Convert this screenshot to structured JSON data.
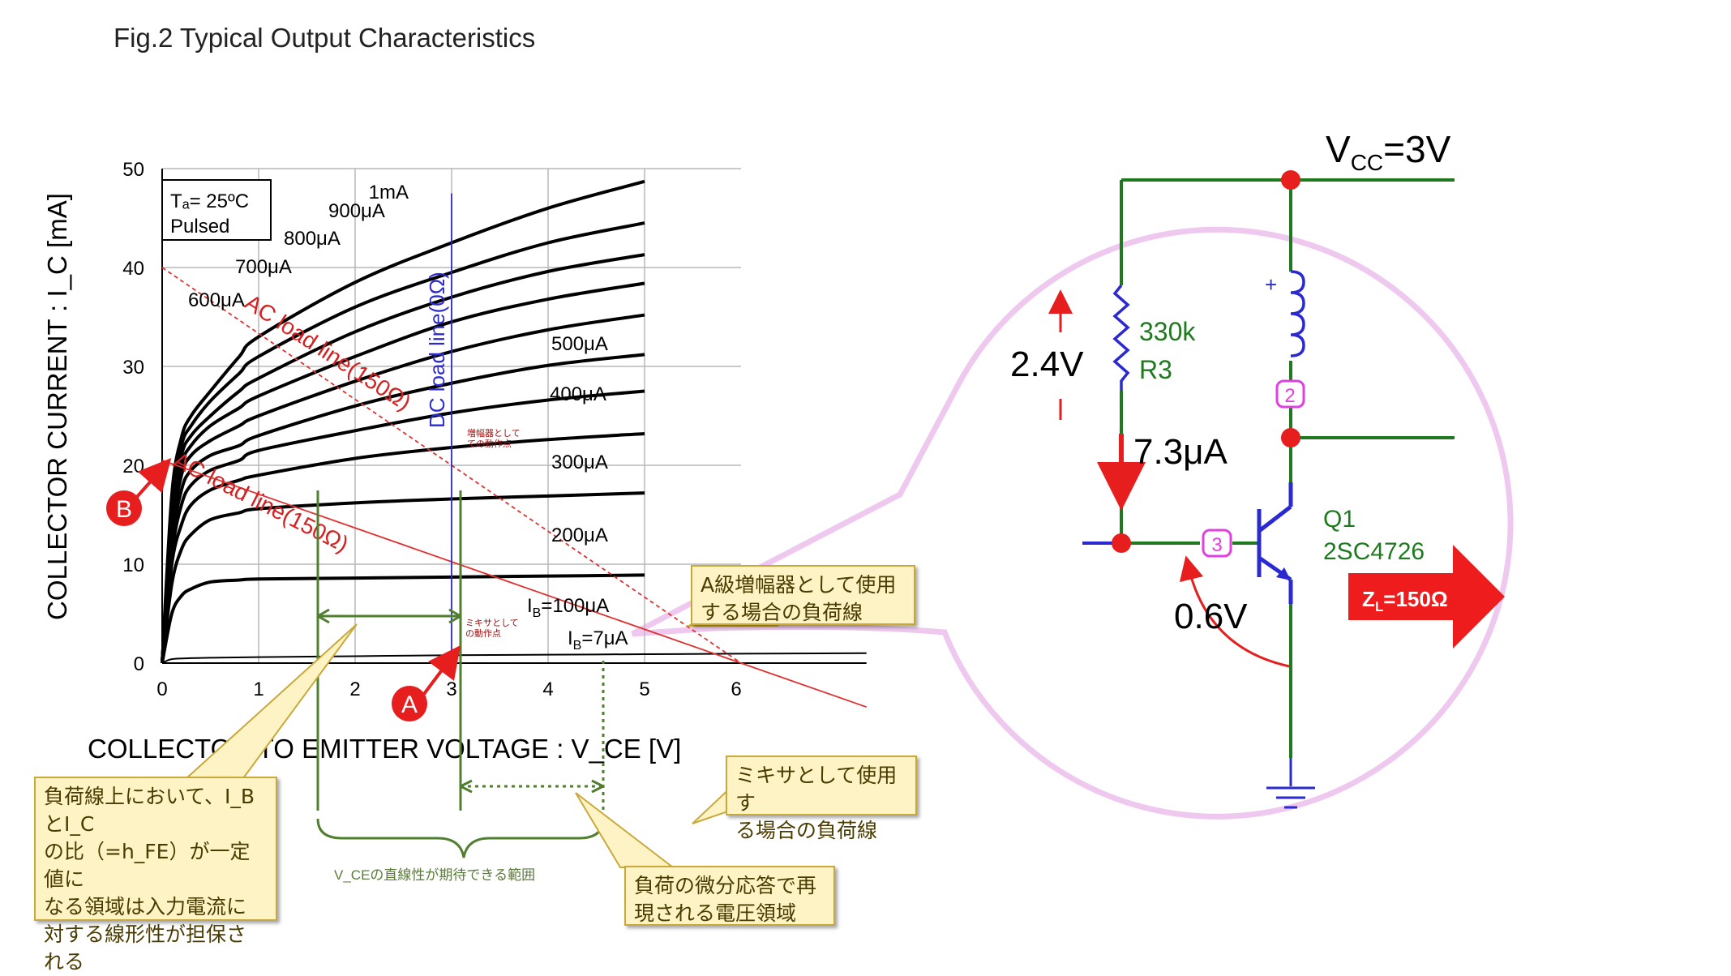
{
  "title": "Fig.2 Typical Output Characteristics",
  "legend_box": {
    "line1": "Tₐ= 25ºC",
    "line2": "Pulsed"
  },
  "axis": {
    "ylabel": "COLLECTOR CURRENT : I_C [mA]",
    "xlabel": "COLLECTOR TO EMITTER VOLTAGE : V_CE [V]",
    "yticks": [
      "0",
      "10",
      "20",
      "30",
      "40",
      "50"
    ],
    "xticks": [
      "0",
      "1",
      "2",
      "3",
      "4",
      "5",
      "6"
    ]
  },
  "chart_data": {
    "type": "line",
    "title": "Fig.2 Typical Output Characteristics",
    "xlabel": "COLLECTOR TO EMITTER VOLTAGE : V_CE [V]",
    "ylabel": "COLLECTOR CURRENT : I_C [mA]",
    "xlim": [
      0,
      7.3
    ],
    "ylim": [
      0,
      50
    ],
    "grid": true,
    "series": [
      {
        "name": "IB=7μA",
        "label": "I_B=7μA",
        "x": [
          0,
          0.1,
          0.3,
          0.6,
          1,
          2,
          3,
          4,
          5,
          6,
          7.3
        ],
        "values": [
          0,
          0.4,
          0.5,
          0.55,
          0.6,
          0.7,
          0.8,
          0.85,
          0.9,
          0.95,
          1.0
        ]
      },
      {
        "name": "IB=100μA",
        "label": "I_B=100μA",
        "x": [
          0,
          0.1,
          0.2,
          0.3,
          0.5,
          0.8,
          1,
          2,
          3,
          4,
          5
        ],
        "values": [
          0,
          5,
          6.8,
          7.5,
          8.2,
          8.4,
          8.5,
          8.6,
          8.7,
          8.8,
          8.9
        ]
      },
      {
        "name": "200μA",
        "label": "200μA",
        "x": [
          0,
          0.1,
          0.2,
          0.3,
          0.5,
          0.8,
          1,
          2,
          3,
          4,
          5
        ],
        "values": [
          0,
          8,
          11.5,
          13,
          14.5,
          15.2,
          15.6,
          16.2,
          16.6,
          16.9,
          17.2
        ]
      },
      {
        "name": "300μA",
        "label": "300μA",
        "x": [
          0,
          0.1,
          0.2,
          0.3,
          0.5,
          0.8,
          1,
          2,
          3,
          4,
          5
        ],
        "values": [
          0,
          10,
          14,
          16,
          17.5,
          18.5,
          19,
          20.7,
          21.8,
          22.6,
          23.2
        ]
      },
      {
        "name": "400μA",
        "label": "400μA",
        "x": [
          0,
          0.1,
          0.2,
          0.3,
          0.5,
          0.8,
          1,
          2,
          3,
          4,
          5
        ],
        "values": [
          0,
          11,
          16,
          18,
          19.5,
          20.5,
          21.5,
          23.5,
          25.3,
          26.6,
          27.5
        ]
      },
      {
        "name": "500μA",
        "label": "500μA",
        "x": [
          0,
          0.1,
          0.2,
          0.3,
          0.5,
          0.8,
          1,
          2,
          3,
          4,
          5
        ],
        "values": [
          0,
          12,
          17.5,
          19.5,
          21,
          22,
          23,
          26,
          28.3,
          30.1,
          31.2
        ]
      },
      {
        "name": "600μA",
        "label": "600μA",
        "x": [
          0,
          0.1,
          0.2,
          0.3,
          0.5,
          0.8,
          1,
          2,
          3,
          4,
          5
        ],
        "values": [
          0,
          13,
          19,
          21,
          22.5,
          24,
          25,
          28.5,
          31.5,
          33.7,
          35.2
        ]
      },
      {
        "name": "700μA",
        "label": "700μA",
        "x": [
          0,
          0.1,
          0.2,
          0.3,
          0.5,
          0.8,
          1,
          2,
          3,
          4,
          5
        ],
        "values": [
          0,
          14,
          20,
          22,
          24,
          25.8,
          27,
          31,
          34.5,
          36.8,
          38.4
        ]
      },
      {
        "name": "800μA",
        "label": "800μA",
        "x": [
          0,
          0.1,
          0.2,
          0.3,
          0.5,
          0.8,
          1,
          2,
          3,
          4,
          5
        ],
        "values": [
          0,
          15,
          21,
          23,
          25,
          27.5,
          28.8,
          33.5,
          37,
          39.6,
          41.3
        ]
      },
      {
        "name": "900μA",
        "label": "900μA",
        "x": [
          0,
          0.1,
          0.2,
          0.3,
          0.5,
          0.8,
          1,
          2,
          3,
          4,
          5
        ],
        "values": [
          0,
          16,
          22,
          24,
          26.5,
          29.3,
          31,
          36,
          39.5,
          42.5,
          44.5
        ]
      },
      {
        "name": "1mA",
        "label": "1mA",
        "x": [
          0,
          0.1,
          0.2,
          0.3,
          0.5,
          0.8,
          1,
          2,
          3,
          4,
          5
        ],
        "values": [
          0,
          17,
          22.8,
          25,
          27.5,
          31,
          33,
          38.5,
          42.5,
          46,
          48.7
        ]
      }
    ],
    "load_lines": [
      {
        "label": "AC load line(150Ω)",
        "style": "dashed",
        "color": "#e03030",
        "x": [
          0,
          6
        ],
        "values": [
          40,
          0
        ]
      },
      {
        "label": "AC load line(150Ω)",
        "style": "solid",
        "color": "#e03030",
        "x": [
          0,
          6
        ],
        "values": [
          20.5,
          0
        ]
      },
      {
        "label": "DC load line(0Ω)",
        "style": "solid",
        "color": "#2a2ad0",
        "x": [
          3,
          3
        ],
        "values": [
          0,
          47.5
        ]
      }
    ],
    "points": [
      {
        "label": "A",
        "x": 3.0,
        "y": 0.2
      },
      {
        "label": "B",
        "x": 0.0,
        "y": 20.5
      }
    ],
    "annotations": [
      "増幅器としての動作点",
      "ミキサとしての動作点"
    ]
  },
  "labels": {
    "ac_load_upper": "AC load line(150Ω)",
    "ac_load_lower": "AC load line(150Ω)",
    "dc_load": "DC load line(0Ω)",
    "amp_point": "増幅器として\nての動作点",
    "mixer_point": "ミキサとして\nの動作点",
    "marker_a": "A",
    "marker_b": "B",
    "vce_range": "V_CEの直線性が期待できる範囲"
  },
  "notes": {
    "class_a": "A級増幅器として使用\nする場合の負荷線",
    "mixer": "ミキサとして使用す\nる場合の負荷線",
    "linearity": "負荷線上において、I_BとI_C\nの比（=h_FE）が一定値に\nなる領域は入力電流に\n対する線形性が担保さ\nれる",
    "differential": "負荷の微分応答で再\n現される電圧領域"
  },
  "circuit": {
    "vcc": "V_CC=3V",
    "resistor_value": "330k",
    "resistor_name": "R3",
    "voltage_drop": "2.4V",
    "base_current": "7.3μA",
    "vbe": "0.6V",
    "transistor_name": "Q1",
    "transistor_part": "2SC4726",
    "load": "Z_L=150Ω",
    "pin2": "2",
    "pin3": "3",
    "plus": "+"
  },
  "colors": {
    "curve": "#000000",
    "load_line": "#e03030",
    "dc_line": "#2a2ad0",
    "wire": "#1f7a1f",
    "node": "#e61e1e",
    "bubble": "#f0c8f0",
    "range_bracket": "#4f7f2f",
    "note_bg": "#fdf3c4"
  }
}
